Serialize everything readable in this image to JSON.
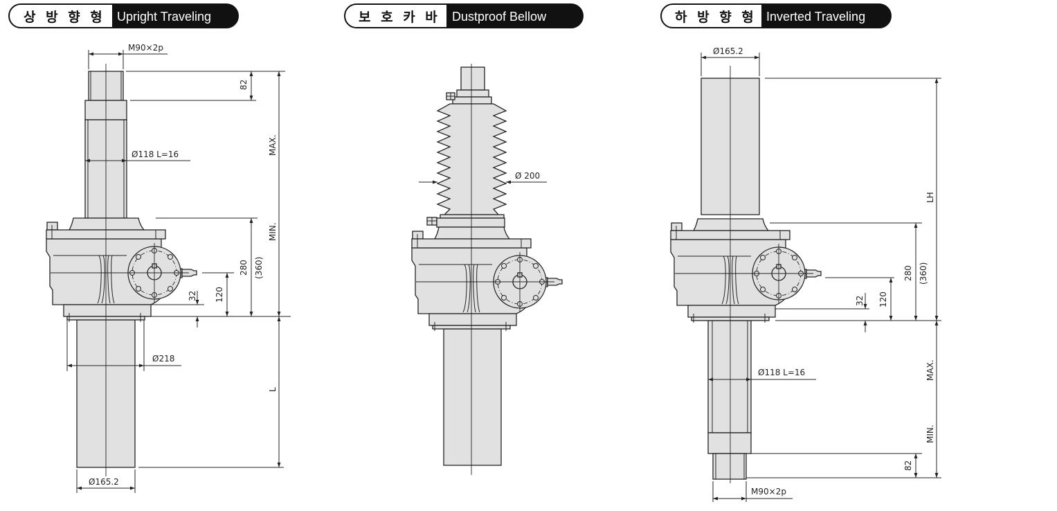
{
  "headers": [
    {
      "ko": "상 방 향 형",
      "en": "Upright Traveling"
    },
    {
      "ko": "보 호 카 바",
      "en": "Dustproof Bellow"
    },
    {
      "ko": "하 방 향 형",
      "en": "Inverted Traveling"
    }
  ],
  "upright": {
    "thread": "M90×2p",
    "d82": "82",
    "max": "MAX.",
    "min": "MIN.",
    "tube": "Ø118  L=16",
    "d280": "280",
    "d360": "(360)",
    "d120": "120",
    "d32": "32",
    "flange": "Ø218",
    "L": "L",
    "base": "Ø165.2"
  },
  "bellow": {
    "diameter": "Ø 200"
  },
  "inverted": {
    "top": "Ø165.2",
    "lh": "LH",
    "d280": "280",
    "d360": "(360)",
    "d120": "120",
    "d32": "32",
    "tube": "Ø118  L=16",
    "max": "MAX.",
    "min": "MIN.",
    "d82": "82",
    "thread": "M90×2p"
  }
}
